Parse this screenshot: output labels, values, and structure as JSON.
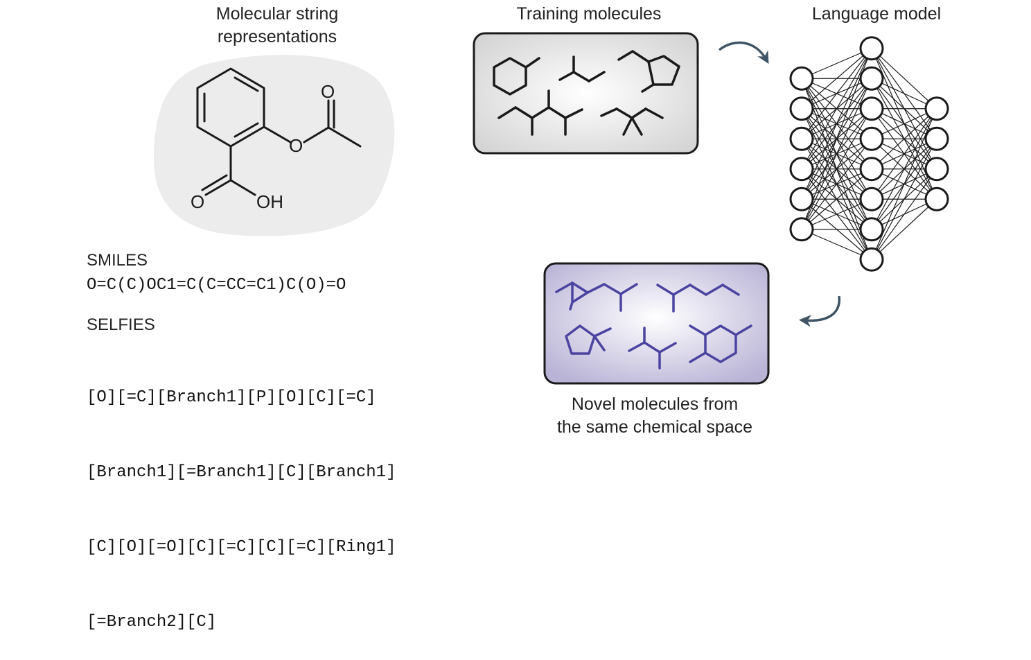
{
  "titles": {
    "representations": "Molecular string\nrepresentations",
    "training": "Training molecules",
    "language_model": "Language model",
    "novel": "Novel molecules from\nthe same chemical space"
  },
  "formats": {
    "smiles_label": "SMILES",
    "smiles_string": "O=C(C)OC1=C(C=CC=C1)C(O)=O",
    "selfies_label": "SELFIES",
    "selfies_lines": [
      "[O][=C][Branch1][P][O][C][=C]",
      "[Branch1][=Branch1][C][Branch1]",
      "[C][O][=O][C][=C][C][=C][Ring1]",
      "[=Branch2][C]"
    ]
  },
  "aspirin_atoms": {
    "carbonyl_o_top": "O",
    "ester_o": "O",
    "acid_o": "O",
    "acid_oh": "OH"
  },
  "network": {
    "layers": [
      6,
      8,
      4
    ]
  },
  "colors": {
    "blob": "#ececec",
    "training_box_center": "#ffffff",
    "training_box_edge": "#d4d4d4",
    "novel_box_center": "#ffffff",
    "novel_box_edge": "#b9b3d6",
    "novel_molecule": "#4a44a0",
    "arrow": "#3f5566",
    "line": "#1a1a1a"
  }
}
